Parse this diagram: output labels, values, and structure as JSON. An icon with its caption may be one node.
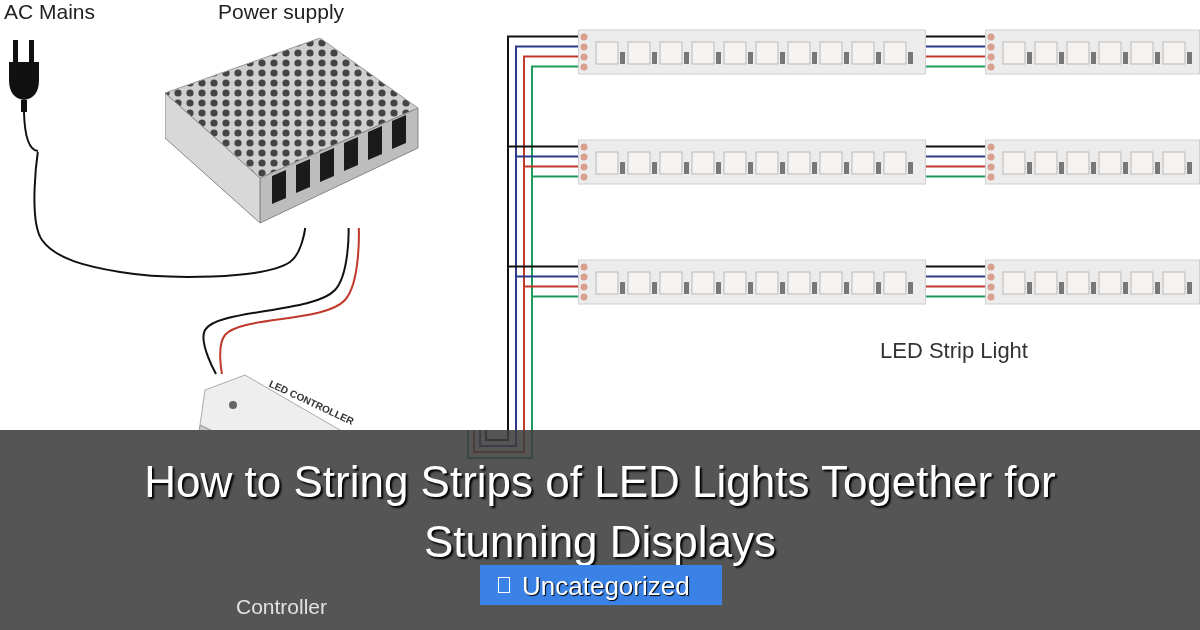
{
  "diagram": {
    "title": "How to String Strips of LED Lights Together for Stunning Displays",
    "nodes": [
      {
        "text": [],
        "shape": "picture",
        "beside": [
          "AC Mains"
        ]
      },
      {
        "text": [],
        "shape": "picture",
        "beside": [
          "Power supply"
        ]
      },
      {
        "text": [],
        "shape": "picture",
        "beside": [
          "Controller"
        ]
      },
      {
        "text": [],
        "shape": "picture"
      },
      {
        "text": [],
        "shape": "picture"
      },
      {
        "text": [],
        "shape": "picture"
      },
      {
        "text": [],
        "shape": "picture"
      },
      {
        "text": [],
        "shape": "picture"
      },
      {
        "text": [],
        "shape": "picture"
      }
    ],
    "edges": [
      {
        "from": 0,
        "to": 1,
        "arrow": "none"
      },
      {
        "from": 1,
        "to": 2,
        "arrow": "none"
      },
      {
        "from": 1,
        "to": 2,
        "arrow": "none",
        "color": "#c0392b"
      },
      {
        "from": 2,
        "to": 3,
        "arrow": "none"
      },
      {
        "from": 2,
        "to": 3,
        "arrow": "none",
        "color": "#2b3a8c"
      },
      {
        "from": 2,
        "to": 3,
        "arrow": "none",
        "color": "#c0392b"
      },
      {
        "from": 2,
        "to": 3,
        "arrow": "none",
        "color": "#1e9a5a"
      },
      {
        "from": 2,
        "to": 5,
        "arrow": "none"
      },
      {
        "from": 2,
        "to": 5,
        "arrow": "none",
        "color": "#2b3a8c"
      },
      {
        "from": 2,
        "to": 5,
        "arrow": "none",
        "color": "#c0392b"
      },
      {
        "from": 2,
        "to": 5,
        "arrow": "none",
        "color": "#1e9a5a"
      },
      {
        "from": 2,
        "to": 7,
        "arrow": "none"
      },
      {
        "from": 2,
        "to": 7,
        "arrow": "none",
        "color": "#2b3a8c"
      },
      {
        "from": 2,
        "to": 7,
        "arrow": "none",
        "color": "#c0392b"
      },
      {
        "from": 2,
        "to": 7,
        "arrow": "none",
        "color": "#1e9a5a"
      },
      {
        "from": 3,
        "to": 4,
        "arrow": "none"
      },
      {
        "from": 3,
        "to": 4,
        "arrow": "none",
        "color": "#2b3a8c"
      },
      {
        "from": 3,
        "to": 4,
        "arrow": "none",
        "color": "#c0392b"
      },
      {
        "from": 3,
        "to": 4,
        "arrow": "none",
        "color": "#1e9a5a"
      },
      {
        "from": 5,
        "to": 6,
        "arrow": "none"
      },
      {
        "from": 5,
        "to": 6,
        "arrow": "none",
        "color": "#2b3a8c"
      },
      {
        "from": 5,
        "to": 6,
        "arrow": "none",
        "color": "#c0392b"
      },
      {
        "from": 5,
        "to": 6,
        "arrow": "none",
        "color": "#1e9a5a"
      },
      {
        "from": 7,
        "to": 8,
        "arrow": "none"
      },
      {
        "from": 7,
        "to": 8,
        "arrow": "none",
        "color": "#2b3a8c"
      },
      {
        "from": 7,
        "to": 8,
        "arrow": "none",
        "color": "#c0392b"
      },
      {
        "from": 7,
        "to": 8,
        "arrow": "none",
        "color": "#1e9a5a"
      }
    ],
    "labels": [
      "LED CONTROLLER",
      "LED Strip Light",
      "Uncategorized"
    ]
  }
}
